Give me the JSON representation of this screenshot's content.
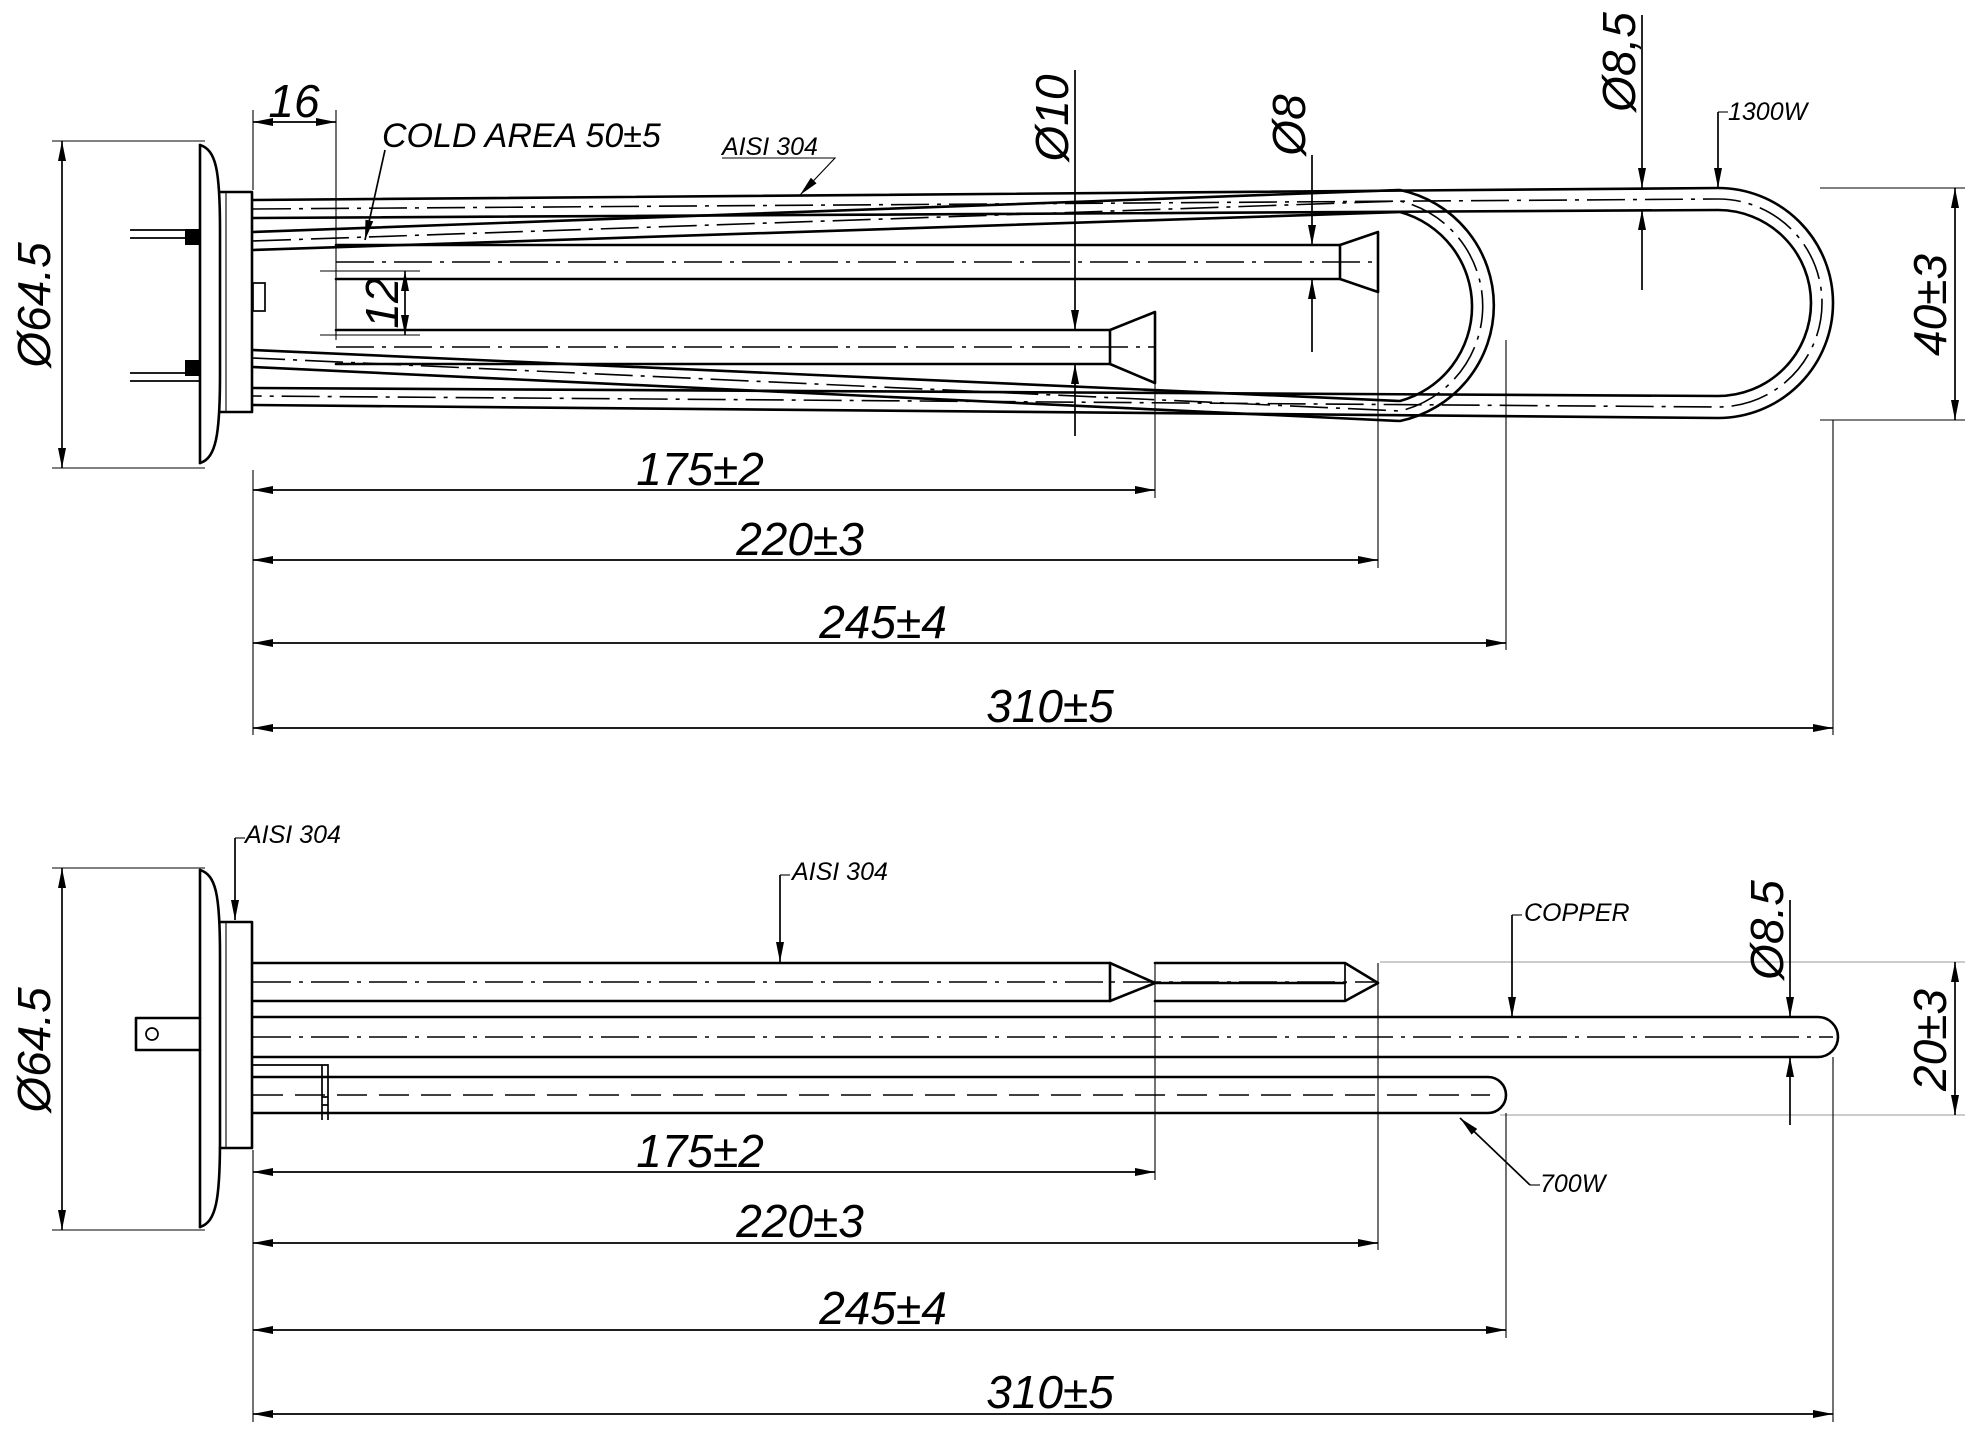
{
  "top_view": {
    "flange_diameter": "Ø64.5",
    "flange_offset": "16",
    "cold_area": "COLD AREA 50±5",
    "material_label": "AISI 304",
    "pin_gap": "12",
    "tube_diameter_a": "Ø10",
    "tube_diameter_b": "Ø8",
    "tube_diameter_c": "Ø8,5",
    "power_label": "1300W",
    "loop_width": "40±3",
    "length_1": "175±2",
    "length_2": "220±3",
    "length_3": "245±4",
    "length_4": "310±5"
  },
  "side_view": {
    "flange_diameter": "Ø64.5",
    "flange_material": "AISI 304",
    "tube_material": "AISI 304",
    "copper_label": "COPPER",
    "tube_diameter": "Ø8.5",
    "height_dim": "20±3",
    "power_label": "700W",
    "length_1": "175±2",
    "length_2": "220±3",
    "length_3": "245±4",
    "length_4": "310±5"
  }
}
